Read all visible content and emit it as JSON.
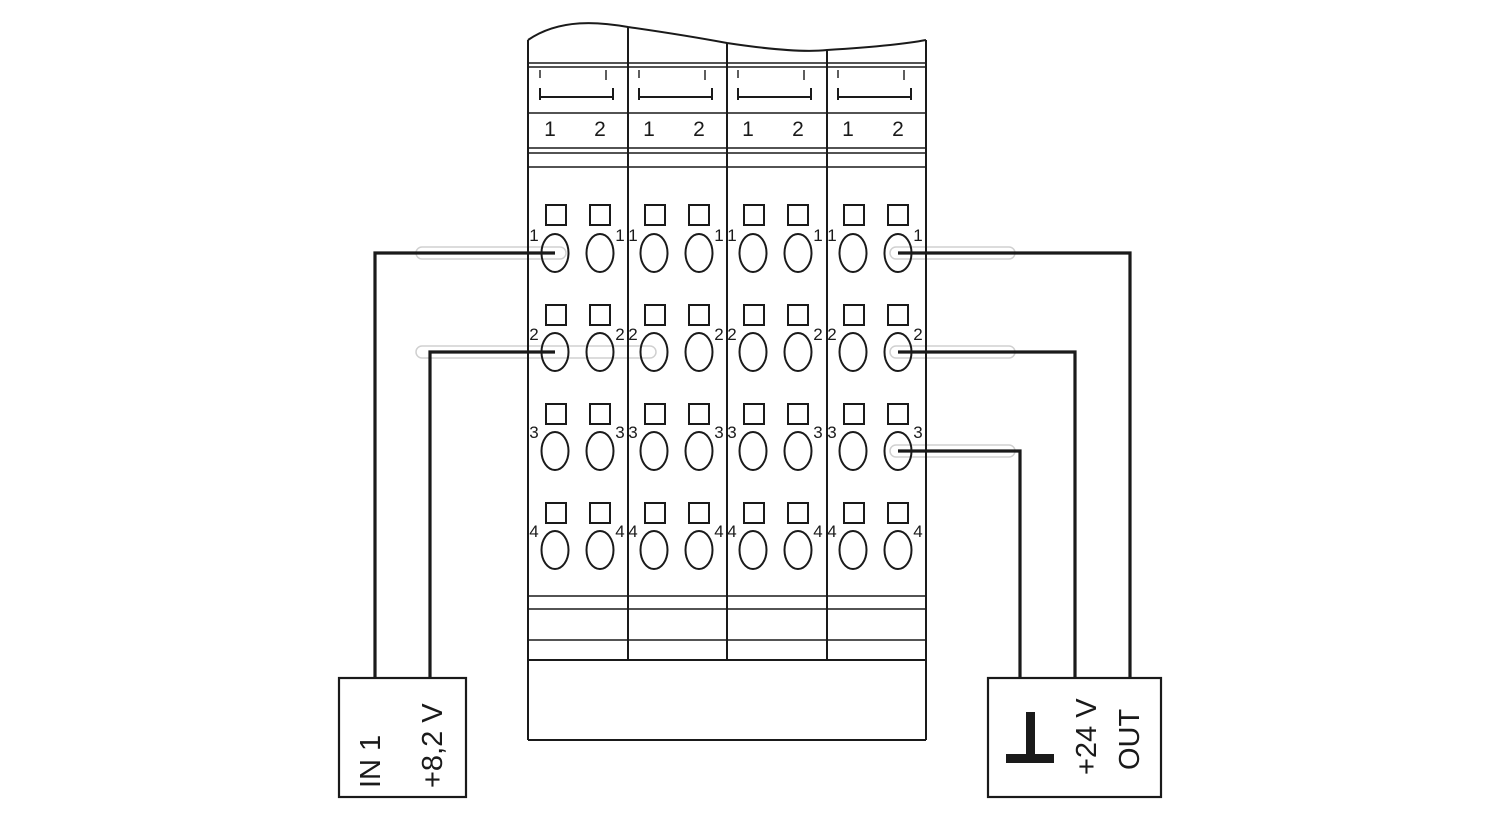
{
  "terminal_block": {
    "modules": [
      {
        "header_labels": [
          "1",
          "2"
        ],
        "rows": [
          {
            "left": "1",
            "right": "1"
          },
          {
            "left": "2",
            "right": "2"
          },
          {
            "left": "3",
            "right": "3"
          },
          {
            "left": "4",
            "right": "4"
          }
        ]
      },
      {
        "header_labels": [
          "1",
          "2"
        ],
        "rows": [
          {
            "left": "1",
            "right": "1"
          },
          {
            "left": "2",
            "right": "2"
          },
          {
            "left": "3",
            "right": "3"
          },
          {
            "left": "4",
            "right": "4"
          }
        ]
      },
      {
        "header_labels": [
          "1",
          "2"
        ],
        "rows": [
          {
            "left": "1",
            "right": "1"
          },
          {
            "left": "2",
            "right": "2"
          },
          {
            "left": "3",
            "right": "3"
          },
          {
            "left": "4",
            "right": "4"
          }
        ]
      },
      {
        "header_labels": [
          "1",
          "2"
        ],
        "rows": [
          {
            "left": "1",
            "right": "1"
          },
          {
            "left": "2",
            "right": "2"
          },
          {
            "left": "3",
            "right": "3"
          },
          {
            "left": "4",
            "right": "4"
          }
        ]
      }
    ]
  },
  "input_device": {
    "labels": [
      "IN 1",
      "+8,2 V"
    ]
  },
  "output_device": {
    "labels": [
      "+24 V",
      "OUT"
    ],
    "ground_icon": "ground-symbol"
  },
  "colors": {
    "line": "#1a1a1a",
    "faint": "#d0d0d0",
    "background": "#ffffff"
  }
}
